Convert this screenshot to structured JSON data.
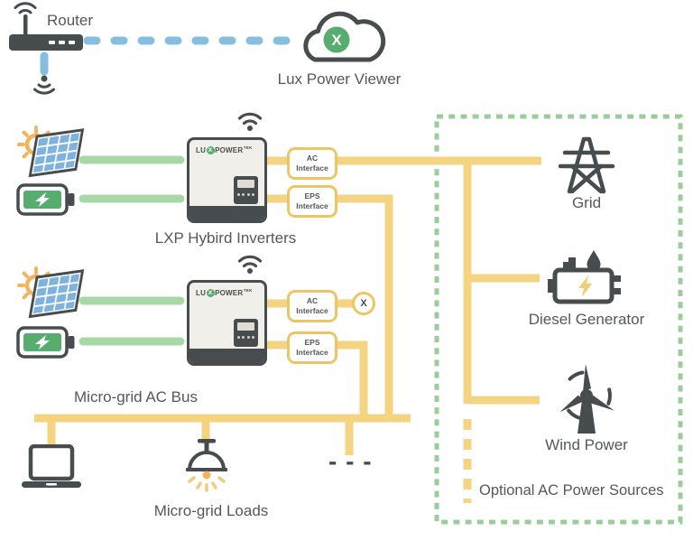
{
  "colors": {
    "dark": "#474c4f",
    "text": "#54585b",
    "line_yellow": "#f4d381",
    "box_yellow": "#edc566",
    "line_green": "#a9d8a7",
    "dashed_green": "#9bcd9b",
    "dashed_blue": "#85bedf",
    "brand_green": "#57ad6d",
    "panel_blue": "#7db3de",
    "sun_orange": "#f2b45c",
    "ray_yellow": "#f2cd79",
    "inverter_face": "#f1efe9"
  },
  "monitoring": {
    "router_label": "Router",
    "cloud_label": "Lux Power Viewer",
    "cloud_logo_letter": "X"
  },
  "inverters": {
    "label": "LXP Hybird Inverters",
    "logo": {
      "prefix": "LU",
      "letter": "X",
      "suffix": "POWER",
      "sup": "TEK"
    },
    "units": [
      {
        "ac_line1": "AC",
        "ac_line2": "Interface",
        "eps_line1": "EPS",
        "eps_line2": "Interface"
      },
      {
        "ac_line1": "AC",
        "ac_line2": "Interface",
        "eps_line1": "EPS",
        "eps_line2": "Interface"
      }
    ],
    "disconnect_label": "X"
  },
  "bus": {
    "label": "Micro-grid AC Bus",
    "loads_label": "Micro-grid Loads",
    "more_loads": "- - -"
  },
  "optional": {
    "caption": "Optional AC Power Sources",
    "items": [
      {
        "label": "Grid"
      },
      {
        "label": "Diesel Generator"
      },
      {
        "label": "Wind Power"
      }
    ]
  }
}
